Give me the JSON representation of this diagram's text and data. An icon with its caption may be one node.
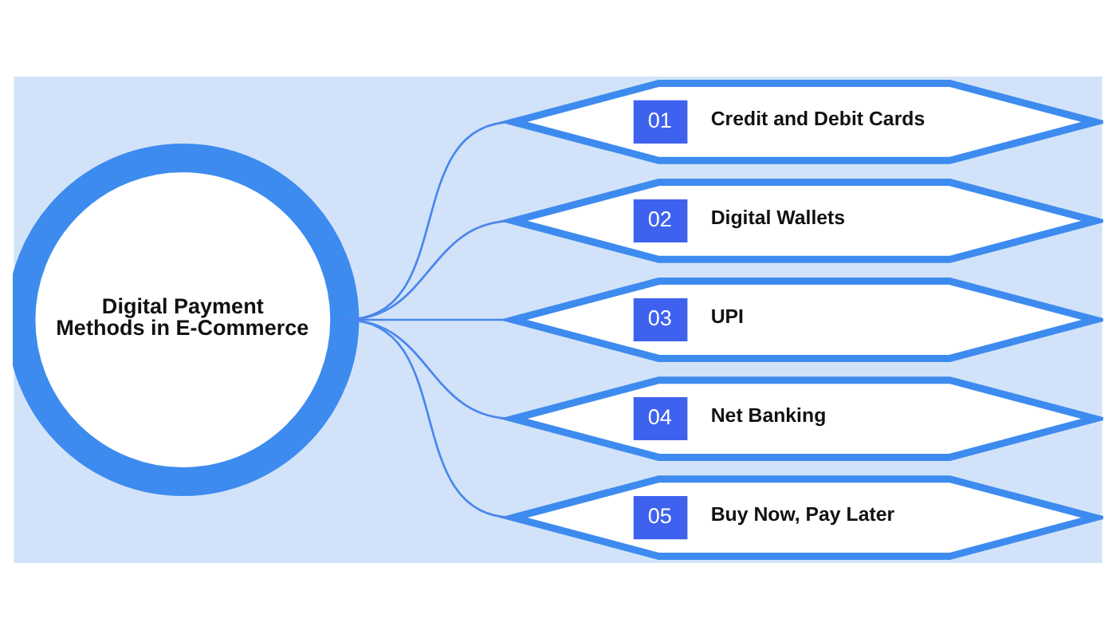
{
  "diagram": {
    "nodes": [
      {
        "text": [
          "Digital Payment Methods in E-Commerce"
        ]
      },
      {
        "text": [
          "01",
          "Credit and Debit Cards"
        ]
      },
      {
        "text": [
          "02",
          "Digital Wallets"
        ]
      },
      {
        "text": [
          "03",
          "UPI"
        ]
      },
      {
        "text": [
          "04",
          "Net Banking"
        ]
      },
      {
        "text": [
          "05",
          "Buy Now, Pay Later"
        ]
      }
    ],
    "edges": [
      {
        "from": 0,
        "to": 1,
        "arrow": "none"
      },
      {
        "from": 0,
        "to": 2,
        "arrow": "none"
      },
      {
        "from": 0,
        "to": 3,
        "arrow": "none"
      },
      {
        "from": 0,
        "to": 4,
        "arrow": "none"
      },
      {
        "from": 0,
        "to": 5,
        "arrow": "none"
      }
    ]
  }
}
